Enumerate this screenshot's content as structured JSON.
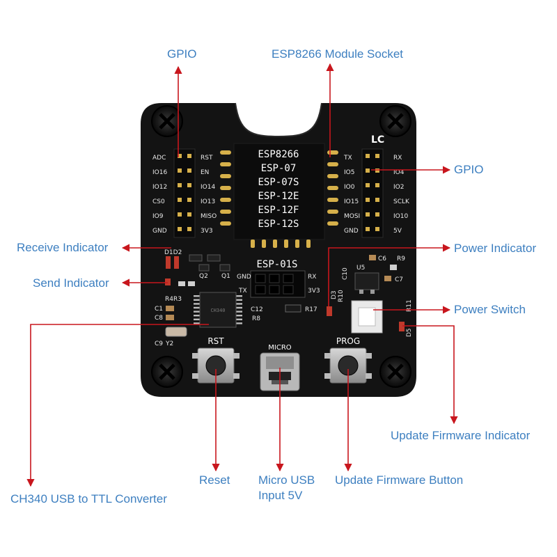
{
  "callouts": {
    "gpio_left": "GPIO",
    "module_socket": "ESP8266 Module Socket",
    "gpio_right": "GPIO",
    "receive_indicator": "Receive Indicator",
    "send_indicator": "Send Indicator",
    "power_indicator": "Power Indicator",
    "power_switch": "Power Switch",
    "update_firmware_indicator": "Update Firmware Indicator",
    "reset": "Reset",
    "micro_usb_line1": "Micro USB",
    "micro_usb_line2": "Input 5V",
    "update_firmware_button": "Update Firmware Button",
    "ch340": "CH340 USB to TTL Converter"
  },
  "board": {
    "logo": "LC",
    "module_names": [
      "ESP8266",
      "ESP-07",
      "ESP-07S",
      "ESP-12E",
      "ESP-12F",
      "ESP-12S"
    ],
    "esp01s_label": "ESP-01S",
    "left_header_outer": [
      "ADC",
      "IO16",
      "IO12",
      "CS0",
      "IO9",
      "GND"
    ],
    "left_header_inner": [
      "RST",
      "EN",
      "IO14",
      "IO13",
      "MISO",
      "3V3"
    ],
    "right_header_inner": [
      "TX",
      "IO5",
      "IO0",
      "IO15",
      "MOSI",
      "GND"
    ],
    "right_header_outer": [
      "RX",
      "IO4",
      "IO2",
      "SCLK",
      "IO10",
      "5V"
    ],
    "esp01s_pins": {
      "gnd": "GND",
      "rx": "RX",
      "tx": "TX",
      "v33": "3V3"
    },
    "rst_label": "RST",
    "prog_label": "PROG",
    "micro_label": "MICRO",
    "components": {
      "d1d2": "D1D2",
      "r4r3": "R4R3",
      "c1": "C1",
      "c8": "C8",
      "c9": "C9",
      "y2": "Y2",
      "q2": "Q2",
      "q1": "Q1",
      "c12": "C12",
      "r8": "R8",
      "r17": "R17",
      "c6": "C6",
      "r9": "R9",
      "u5": "U5",
      "c10": "C10",
      "c7": "C7",
      "r11": "R11",
      "d3": "D3",
      "d5": "D5",
      "r10": "R10"
    }
  },
  "colors": {
    "callout_text": "#3d7fc0",
    "leader_line": "#c8161d",
    "pcb": "#131313",
    "silk": "#ffffff"
  }
}
